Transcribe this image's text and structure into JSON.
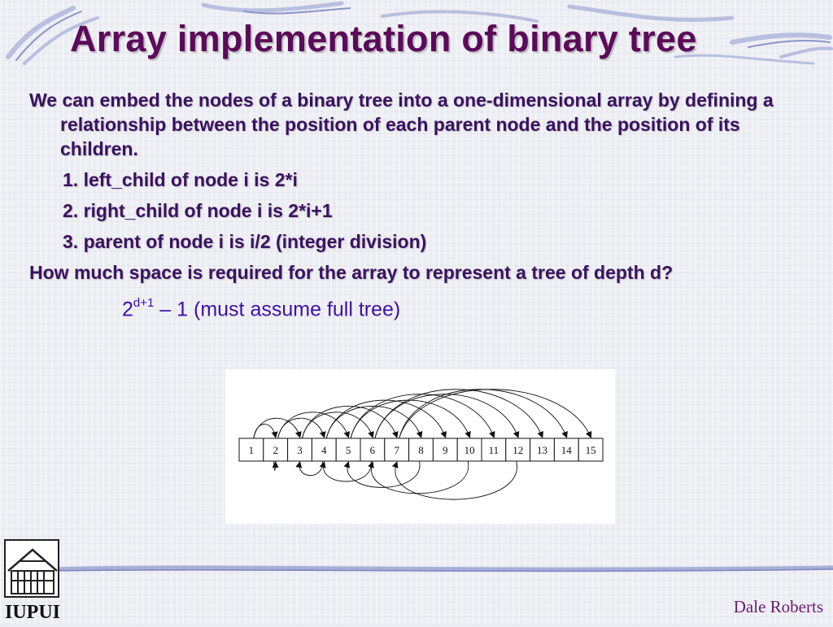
{
  "slide": {
    "title": "Array implementation of binary tree",
    "intro": "We can embed the nodes of a binary tree into a one-dimensional array by defining a relationship between the position of each parent node and the position of its children.",
    "rules": [
      "1.  left_child of node i is 2*i",
      "2. right_child of node i is 2*i+1",
      "3. parent of node i is i/2 (integer division)"
    ],
    "question": "How much space is required for the array to represent a tree of depth d?",
    "answer": {
      "base": "2",
      "exponent": "d+1",
      "rest": " – 1 (must assume full tree)"
    }
  },
  "diagram": {
    "cells": [
      "1",
      "2",
      "3",
      "4",
      "5",
      "6",
      "7",
      "8",
      "9",
      "10",
      "11",
      "12",
      "13",
      "14",
      "15"
    ]
  },
  "footer": {
    "logo_text": "IUPUI",
    "author": "Dale Roberts"
  },
  "colors": {
    "title": "#5c0a5a",
    "body": "#3b1260",
    "answer": "#3d0fa8",
    "author": "#6a1a76"
  }
}
